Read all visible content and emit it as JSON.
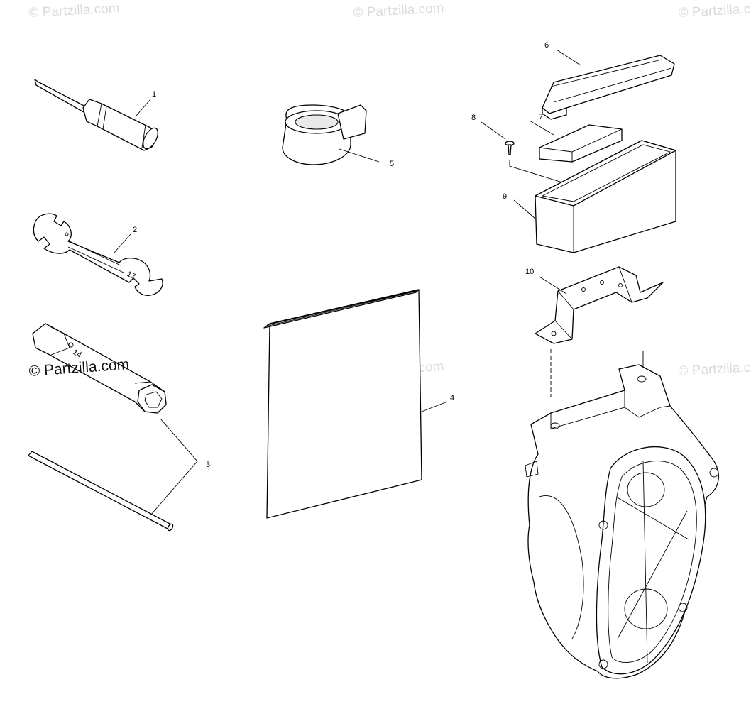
{
  "watermarks": {
    "wm1": "© Partzilla.com",
    "wm2": "© Partzilla.com",
    "wm3": "© Partzilla.com",
    "wm4": "© Partzilla.com",
    "wm5": "© Partzilla.com",
    "wm6": "© Partzilla.com"
  },
  "callouts": {
    "c1": "1",
    "c2": "2",
    "c3": "3",
    "c4": "4",
    "c5": "5",
    "c6": "6",
    "c7": "7",
    "c8": "8",
    "c9": "9",
    "c10": "10"
  }
}
